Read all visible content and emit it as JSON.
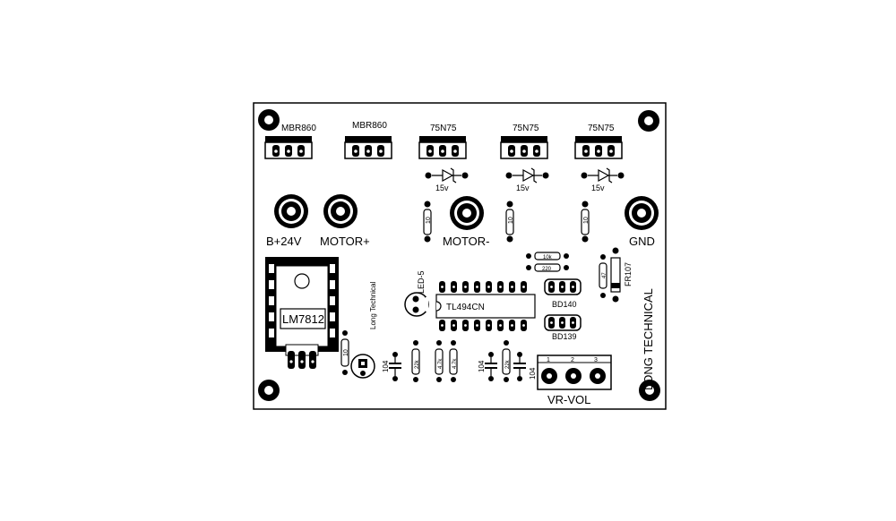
{
  "board": {
    "brand_vertical": "LONG TECHNICAL",
    "brand_small": "Long Technical"
  },
  "components": {
    "mbr1": "MBR860",
    "mbr2": "MBR860",
    "mosfet1": "75N75",
    "mosfet2": "75N75",
    "mosfet3": "75N75",
    "zener1": "15v",
    "zener2": "15v",
    "zener3": "15v",
    "regulator": "LM7812",
    "ic": "TL494CN",
    "led": "LED-5",
    "transistor1": "BD140",
    "transistor2": "BD139",
    "diode_fr": "FR107",
    "res_10_a": "10",
    "res_10_b": "10",
    "res_10_c": "10",
    "res_10_d": "10",
    "res_10k": "10k",
    "res_220": "220",
    "res_47": "47",
    "res_22k_a": "22k",
    "res_47k_a": "4.7k",
    "res_47k_b": "4.7k",
    "res_22k_b": "22k",
    "cap_104_a": "104",
    "cap_104_b": "104",
    "cap_104_c": "104",
    "vr_label": "VR-VOL",
    "vr_pin1": "1",
    "vr_pin2": "2",
    "vr_pin3": "3"
  },
  "terminals": {
    "b24v": "B+24V",
    "motor_plus": "MOTOR+",
    "motor_minus": "MOTOR-",
    "gnd": "GND"
  }
}
